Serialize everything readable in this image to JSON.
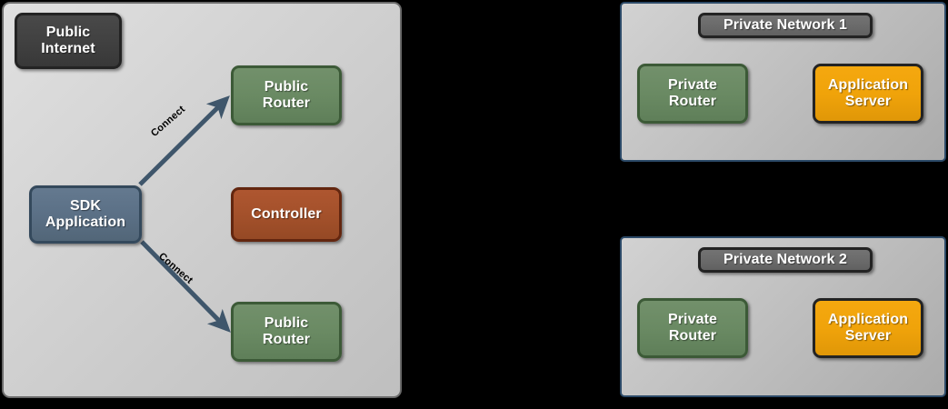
{
  "diagram": {
    "background_color": "#000000",
    "public_zone": {
      "label": "Public Internet",
      "border_color": "#6b6b6b",
      "nodes": [
        {
          "id": "public-internet",
          "label": "Public\nInternet",
          "line1": "Public",
          "line2": "Internet",
          "color": "#414141",
          "kind": "zone-title"
        },
        {
          "id": "public-router-1",
          "label": "Public Router",
          "line1": "Public",
          "line2": "Router",
          "color": "#6a8a63",
          "kind": "router"
        },
        {
          "id": "sdk-application",
          "label": "SDK Application",
          "line1": "SDK",
          "line2": "Application",
          "color": "#5b7086",
          "kind": "application"
        },
        {
          "id": "controller",
          "label": "Controller",
          "line1": "Controller",
          "line2": "",
          "color": "#a4512b",
          "kind": "controller"
        },
        {
          "id": "public-router-2",
          "label": "Public Router",
          "line1": "Public",
          "line2": "Router",
          "color": "#6a8a63",
          "kind": "router"
        }
      ],
      "edges": [
        {
          "id": "sdk-to-router-1",
          "from": "sdk-application",
          "to": "public-router-1",
          "label": "Connect",
          "color": "#3f566b",
          "direction": "up-right"
        },
        {
          "id": "sdk-to-router-2",
          "from": "sdk-application",
          "to": "public-router-2",
          "label": "Connect",
          "color": "#3f566b",
          "direction": "down-right"
        }
      ]
    },
    "private_zones": [
      {
        "id": "private-network-1",
        "title": "Private Network 1",
        "border_color": "#2c4a68",
        "title_color": "#6b6b6b",
        "nodes": [
          {
            "id": "private-router-1",
            "label": "Private Router",
            "line1": "Private",
            "line2": "Router",
            "color": "#6a8a63",
            "kind": "router"
          },
          {
            "id": "application-server-1",
            "label": "Application Server",
            "line1": "Application",
            "line2": "Server",
            "color": "#f0a30a",
            "kind": "server"
          }
        ]
      },
      {
        "id": "private-network-2",
        "title": "Private Network 2",
        "border_color": "#2c4a68",
        "title_color": "#6b6b6b",
        "nodes": [
          {
            "id": "private-router-2",
            "label": "Private Router",
            "line1": "Private",
            "line2": "Router",
            "color": "#6a8a63",
            "kind": "router"
          },
          {
            "id": "application-server-2",
            "label": "Application Server",
            "line1": "Application",
            "line2": "Server",
            "color": "#f0a30a",
            "kind": "server"
          }
        ]
      }
    ]
  }
}
